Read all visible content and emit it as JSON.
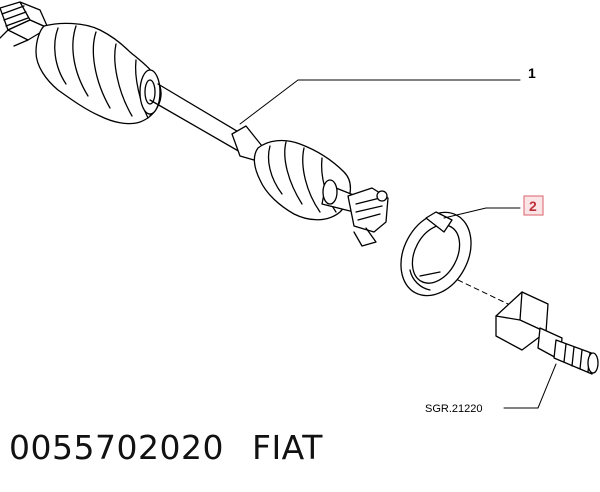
{
  "callouts": {
    "item_1": "1",
    "item_2": "2"
  },
  "reference_code": "SGR.21220",
  "caption": {
    "part_number": "0055702020",
    "brand": "FIAT"
  },
  "colors": {
    "line": "#000000",
    "callout_box_border": "#e07a80",
    "callout_box_fill": "#fbe4e6",
    "callout_box_text": "#c0303a"
  }
}
